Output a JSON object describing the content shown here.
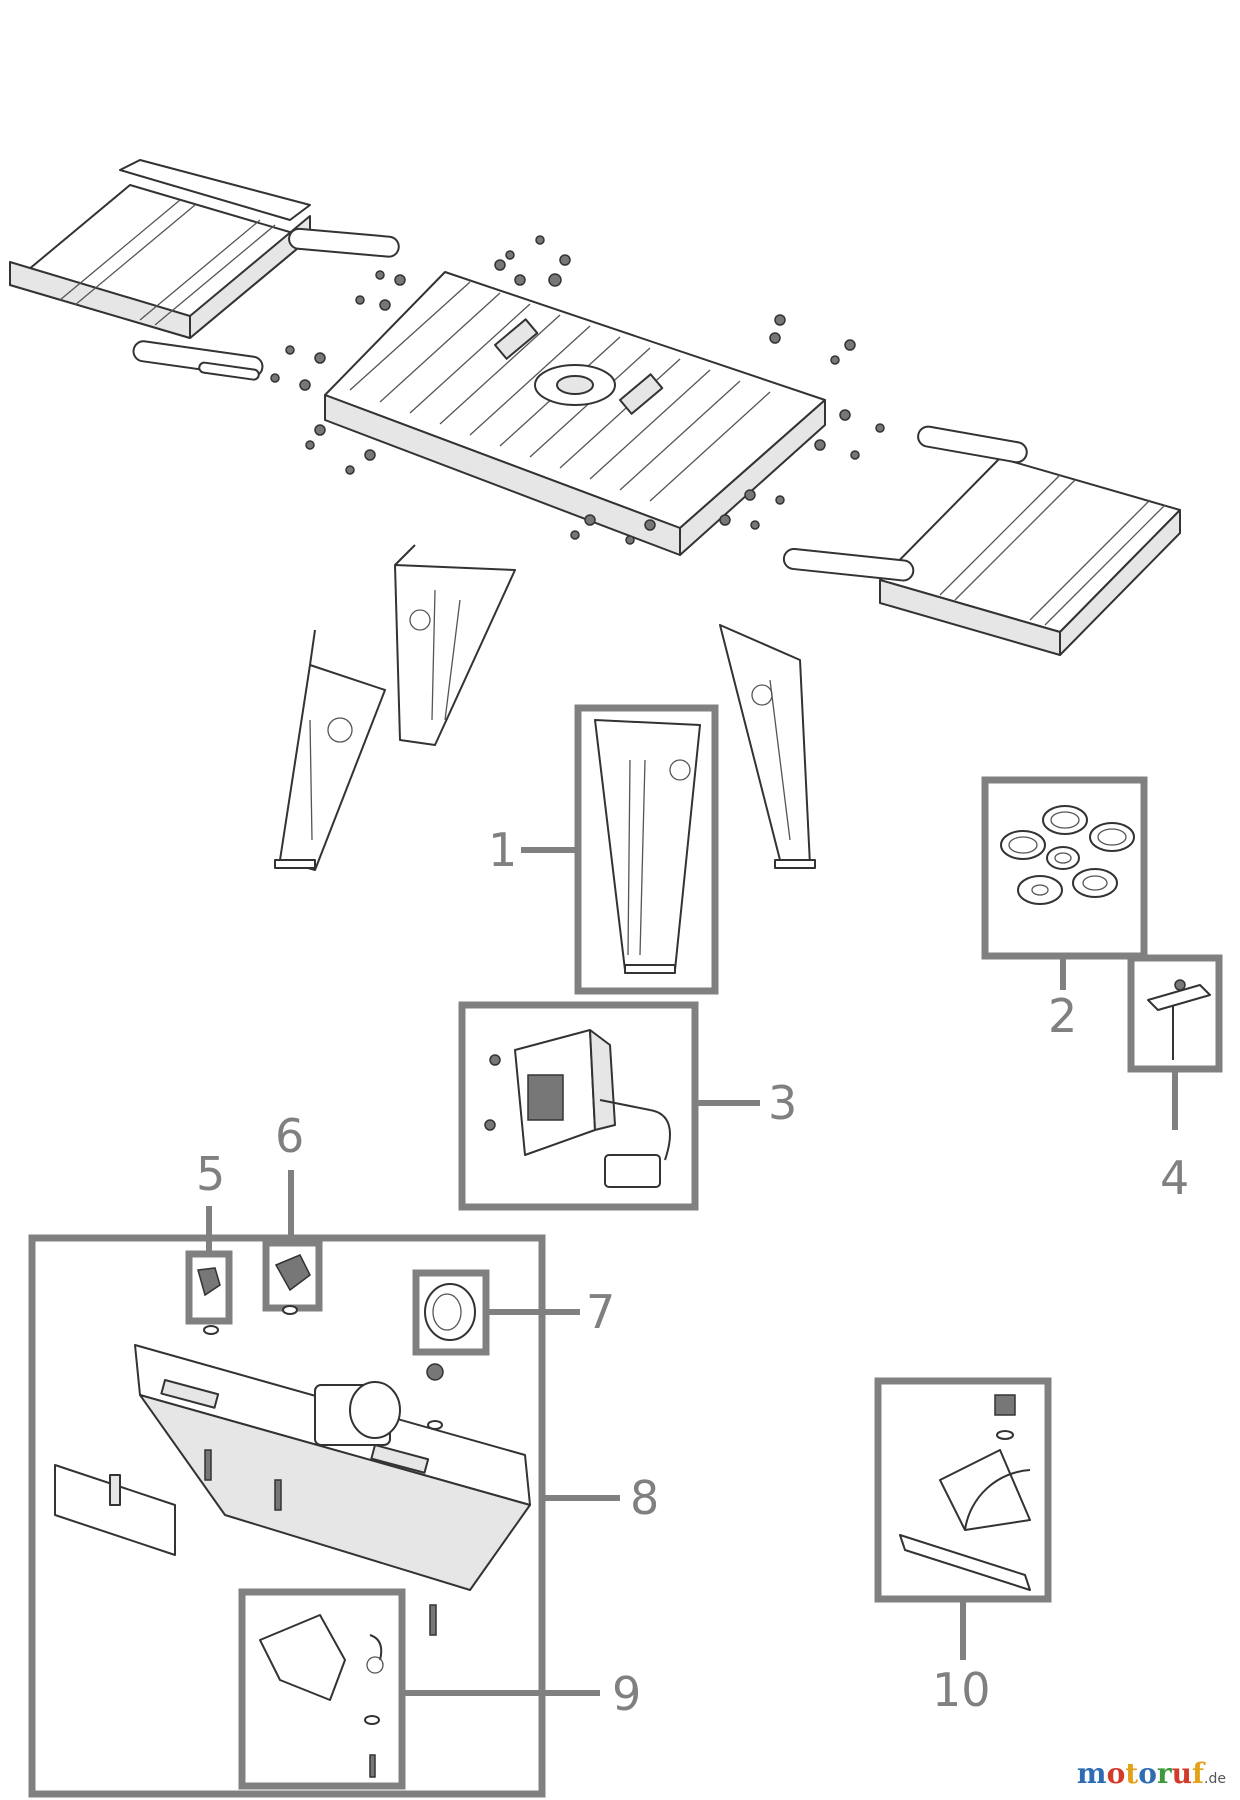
{
  "callouts": [
    {
      "id": "1",
      "label": "1"
    },
    {
      "id": "2",
      "label": "2"
    },
    {
      "id": "3",
      "label": "3"
    },
    {
      "id": "4",
      "label": "4"
    },
    {
      "id": "5",
      "label": "5"
    },
    {
      "id": "6",
      "label": "6"
    },
    {
      "id": "7",
      "label": "7"
    },
    {
      "id": "8",
      "label": "8"
    },
    {
      "id": "9",
      "label": "9"
    },
    {
      "id": "10",
      "label": "10"
    }
  ],
  "logo": {
    "letters": [
      "m",
      "o",
      "t",
      "o",
      "r",
      "u",
      "f"
    ],
    "letter_colors": [
      "#2e6db3",
      "#d23a2a",
      "#e3a21a",
      "#2e6db3",
      "#3c9a3c",
      "#d23a2a",
      "#e3a21a"
    ],
    "tld": ".de"
  },
  "colors": {
    "callout_gray": "#808080",
    "line": "#333333"
  }
}
